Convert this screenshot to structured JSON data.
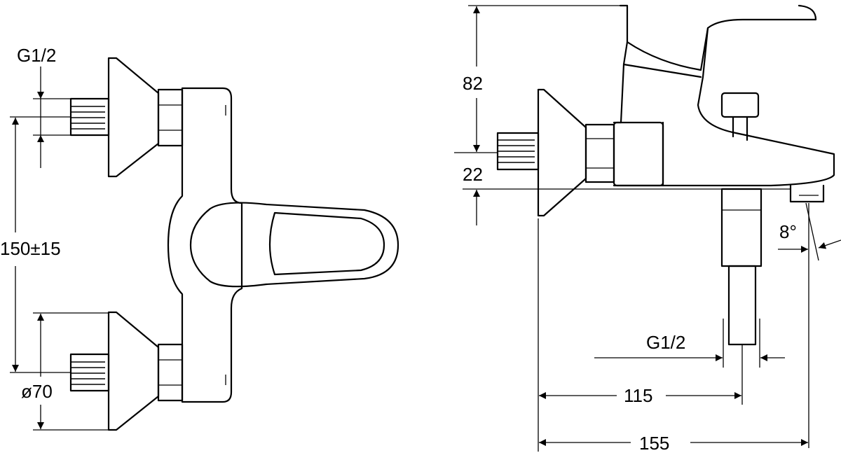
{
  "labels": {
    "front_thread": "G1/2",
    "center_distance": "150±15",
    "rosette_diameter": "ø70",
    "height_top": "82",
    "height_outlet": "22",
    "angle": "8°",
    "side_thread": "G1/2",
    "depth_outlet": "115",
    "depth_total": "155"
  }
}
